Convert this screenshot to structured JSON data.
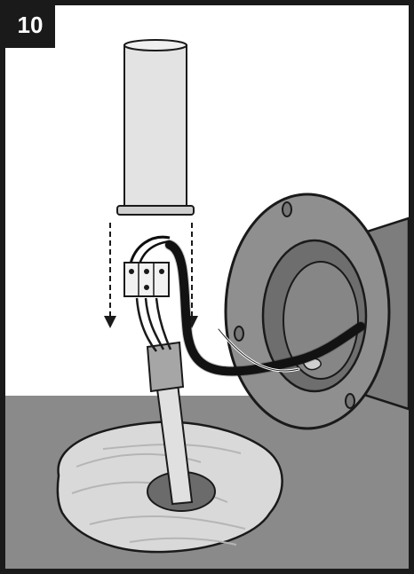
{
  "step": {
    "number": "10"
  },
  "illustration": {
    "parts": [
      "cable-sleeve-tube",
      "terminal-block",
      "wall-mount-flange",
      "cable-hole-in-floor"
    ],
    "colors": {
      "frame": "#1a1a1a",
      "floor": "#8a8a8a",
      "flange": "#8c8c8c",
      "tube": "#e3e3e3",
      "cable": "#0f0f0f",
      "wood": "#d9d9d9"
    }
  }
}
